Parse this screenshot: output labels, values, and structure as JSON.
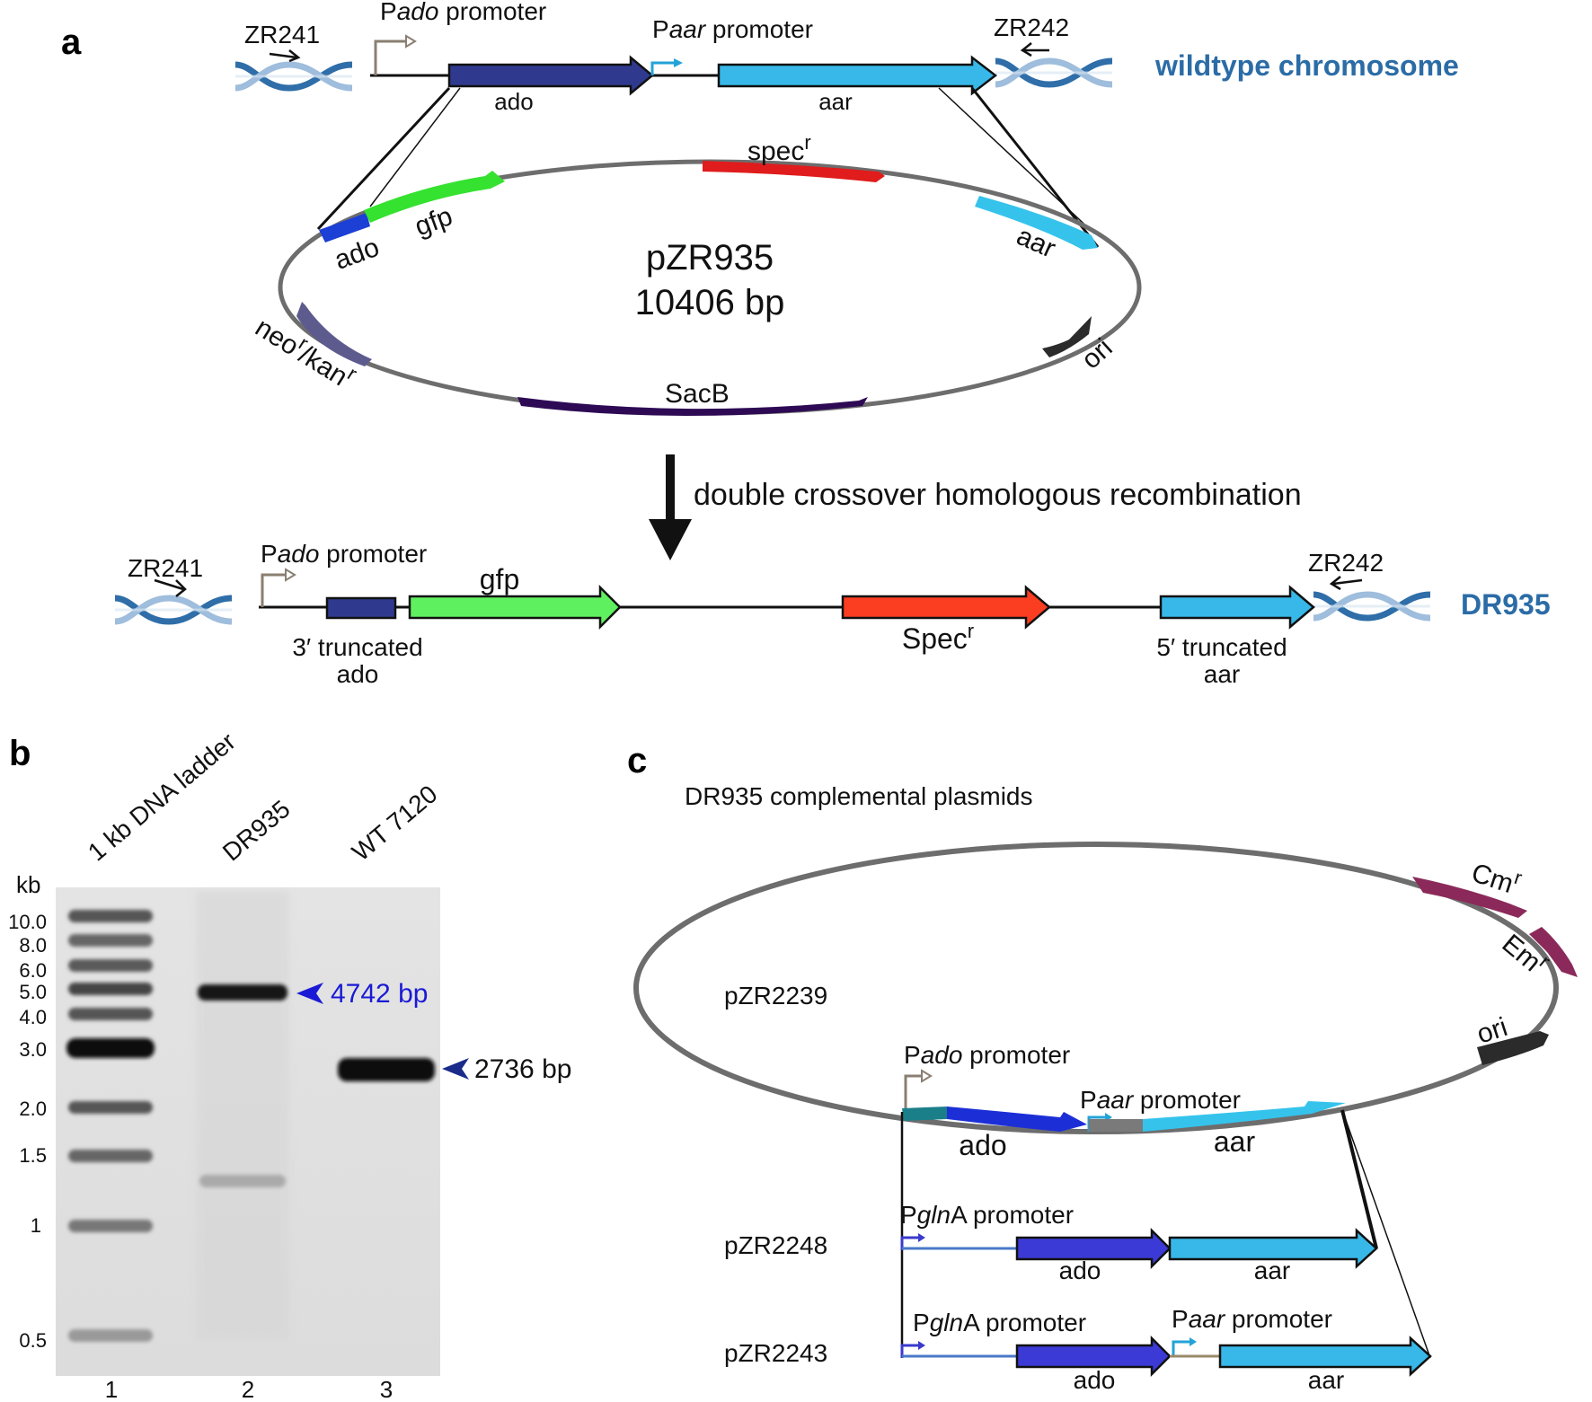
{
  "panels": {
    "a": "a",
    "b": "b",
    "c": "c"
  },
  "panel_a": {
    "wt": {
      "primer_left": "ZR241",
      "primer_right": "ZR242",
      "pado_P": "P",
      "pado_italic": "ado",
      "pado_suffix": " promoter",
      "paar_P": "P",
      "paar_italic": "aar",
      "paar_suffix": " promoter",
      "gene_ado": "ado",
      "gene_aar": "aar",
      "label": "wildtype chromosome"
    },
    "plasmid": {
      "name": "pZR935",
      "size": "10406 bp",
      "spec_base": "spec",
      "spec_sup": "r",
      "gfp": "gfp",
      "ado": "ado",
      "aar": "aar",
      "ori": "ori",
      "neo_base": "neo",
      "neo_sup": "r",
      "kan_base": "/kan",
      "kan_sup": "r",
      "sacb": "SacB"
    },
    "arrow_label": "double crossover homologous recombination",
    "mutant": {
      "primer_left": "ZR241",
      "primer_right": "ZR242",
      "pado_P": "P",
      "pado_italic": "ado",
      "pado_suffix": "  promoter",
      "gfp": "gfp",
      "spec_base": "Spec",
      "spec_sup": "r",
      "trunc_ado_1": "3′ truncated",
      "trunc_ado_2": "ado",
      "trunc_aar_1": "5′ truncated",
      "trunc_aar_2": "aar",
      "label": "DR935"
    }
  },
  "panel_b": {
    "lane_headers": [
      "1 kb DNA ladder",
      "DR935",
      "WT 7120"
    ],
    "unit": "kb",
    "ladder_labels": [
      "10.0",
      "8.0",
      "6.0",
      "5.0",
      "4.0",
      "3.0",
      "2.0",
      "1.5",
      "1",
      "0.5"
    ],
    "band_dr935": "4742 bp",
    "band_wt": "2736 bp",
    "lane_numbers": [
      "1",
      "2",
      "3"
    ],
    "colors": {
      "dr935_marker": "#1a1ad6",
      "wt_marker": "#1a2b8a"
    }
  },
  "panel_c": {
    "title": "DR935 complemental plasmids",
    "plasmid_1": "pZR2239",
    "plasmid_2": "pZR2248",
    "plasmid_3": "pZR2243",
    "cm_base": "Cm",
    "cm_sup": "r",
    "em_base": "Em",
    "em_sup": "r",
    "ori": "ori",
    "pado_P": "P",
    "pado_italic": "ado",
    "pado_suffix": " promoter",
    "paar_P": "P",
    "paar_italic": "aar",
    "paar_suffix": " promoter",
    "pgln_P": "P",
    "pgln_italic": "gln",
    "pgln_suffix": "A promoter",
    "ado": "ado",
    "aar": "aar"
  }
}
